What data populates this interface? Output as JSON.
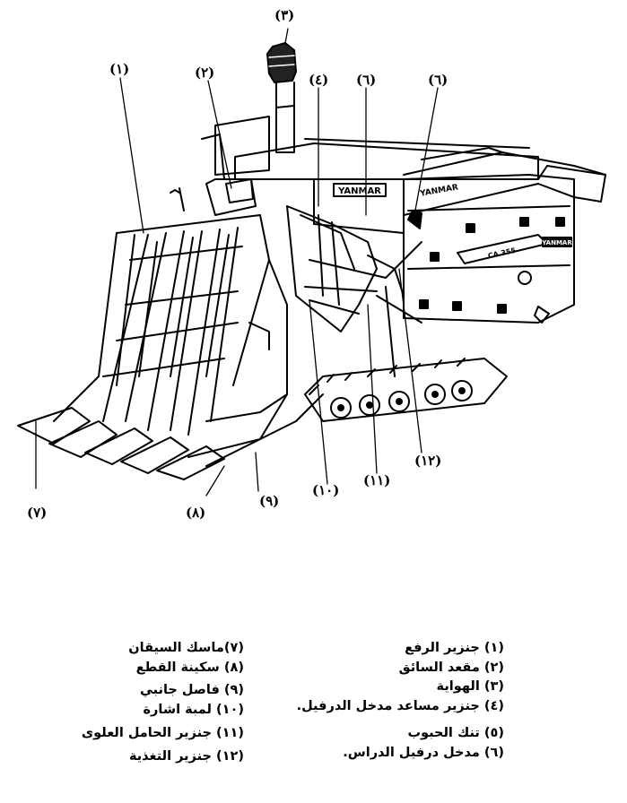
{
  "callouts": {
    "c1": "(١)",
    "c2": "(٢)",
    "c3": "(٣)",
    "c4": "(٤)",
    "c6a": "(٦)",
    "c6b": "(٦)",
    "c7": "(٧)",
    "c8": "(٨)",
    "c9": "(٩)",
    "c10": "(١٠)",
    "c11": "(١١)",
    "c12": "(١٢)"
  },
  "machine_text": {
    "brand": "YANMAR",
    "model": "CA 355",
    "panel": "YANMAR",
    "header": "YANMAR"
  },
  "legend": {
    "right": [
      "(١) جنزير الرفع",
      "(٢) مقعد السائق",
      "(٣) الهواية",
      "(٤) جنزير مساعد مدخل الدرفيل.",
      "(٥) تنك الحبوب",
      "(٦) مدخل درفيل الدراس."
    ],
    "left": [
      "(٧)ماسك السيقان",
      "(٨) سكينة القطع",
      "(٩) فاصل جانبي",
      "(١٠) لمبة اشارة",
      "(١١) جنزير الحامل العلوى",
      "(١٢) جنزير التغذية"
    ]
  }
}
